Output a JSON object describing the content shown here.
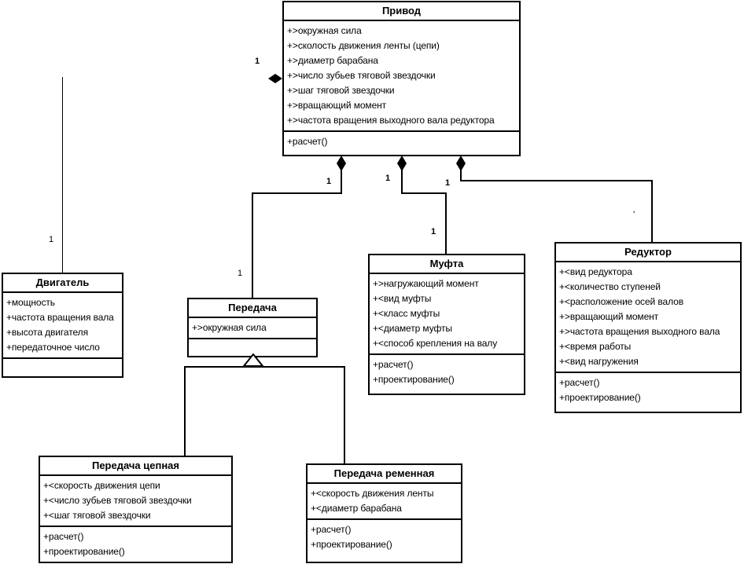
{
  "diagram": {
    "title": "UML class diagram",
    "language": "ru",
    "stroke_color": "#000000",
    "fill_color": "#ffffff"
  },
  "classes": {
    "privod": {
      "name": "Привод",
      "attributes": [
        "+>окружная сила",
        "+>сколость движения ленты (цепи)",
        "+>диаметр барабана",
        "+>число зубьев тяговой звездочки",
        "+>шаг тяговой звездочки",
        "+>вращающий момент",
        "+>частота вращения выходного вала редуктора"
      ],
      "operations": [
        "+расчет()"
      ]
    },
    "dvigatel": {
      "name": "Двигатель",
      "attributes": [
        "+мощность",
        "+частота вращения вала",
        "+высота двигателя",
        "+передаточное число"
      ],
      "operations": []
    },
    "peredacha": {
      "name": "Передача",
      "attributes": [
        "+>окружная сила"
      ],
      "operations": []
    },
    "mufta": {
      "name": "Муфта",
      "attributes": [
        "+>нагружающий момент",
        "+<вид муфты",
        "+<класс муфты",
        "+<диаметр муфты",
        "+<способ крепления на валу"
      ],
      "operations": [
        "+расчет()",
        "+проектирование()"
      ]
    },
    "reduktor": {
      "name": "Редуктор",
      "attributes": [
        "+<вид редуктора",
        "+<количество ступеней",
        "+<расположение осей валов",
        "+>вращающий момент",
        "+>частота вращения выходного вала",
        "+<время работы",
        "+<вид нагружения"
      ],
      "operations": [
        "+расчет()",
        "+проектирование()"
      ]
    },
    "peredacha_cepnaya": {
      "name": "Передача цепная",
      "attributes": [
        "+<скорость движения цепи",
        "+<число зубьев тяговой звездочки",
        "+<шаг тяговой звездочки"
      ],
      "operations": [
        "+расчет()",
        "+проектирование()"
      ]
    },
    "peredacha_remennaya": {
      "name": "Передача ременная",
      "attributes": [
        "+<скорость движения ленты",
        "+<диаметр барабана"
      ],
      "operations": [
        "+расчет()",
        "+проектирование()"
      ]
    }
  },
  "multiplicities": {
    "privod_dvigatel_near_privod": "1",
    "privod_dvigatel_near_dvigatel": "1",
    "privod_peredacha_near_privod": "1",
    "privod_peredacha_near_peredacha": "1",
    "privod_mufta_near_privod": "1",
    "privod_mufta_near_mufta": "1",
    "privod_reduktor_near_privod": "1",
    "privod_reduktor_near_reduktor": ","
  }
}
